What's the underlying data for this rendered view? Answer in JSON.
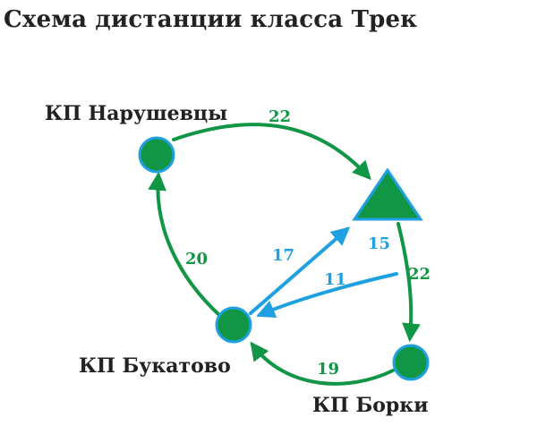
{
  "title": "Схема дистанции класса Трек",
  "colors": {
    "green": "#119646",
    "blue": "#1fa0e0",
    "text": "#222222",
    "node_fill": "#119646",
    "node_stroke": "#1fa0e0"
  },
  "checkpoints": {
    "narushevtsy": {
      "label": "КП Нарушевцы"
    },
    "bukatovo": {
      "label": "КП Букатово"
    },
    "borki": {
      "label": "КП Борки"
    }
  },
  "start": {
    "shape": "triangle"
  },
  "legs": [
    {
      "id": "start-borki",
      "from": "Старт",
      "to": "КП Борки",
      "value": "22",
      "color": "green"
    },
    {
      "id": "borki-bukatovo",
      "from": "КП Борки",
      "to": "КП Букатово",
      "value": "19",
      "color": "green"
    },
    {
      "id": "bukatovo-narushevtsy",
      "from": "КП Букатово",
      "to": "КП Нарушевцы",
      "value": "20",
      "color": "green"
    },
    {
      "id": "narushevtsy-start",
      "from": "КП Нарушевцы",
      "to": "Старт",
      "value": "22",
      "color": "green"
    },
    {
      "id": "bukatovo-start",
      "from": "КП Букатово",
      "to": "Старт",
      "value": "17",
      "color": "blue"
    },
    {
      "id": "start-bukatovo",
      "from": "Старт",
      "to": "КП Букатово",
      "value": "11",
      "color": "blue"
    },
    {
      "id": "start-segment",
      "from": "Старт",
      "to": "",
      "value": "15",
      "color": "blue"
    }
  ]
}
